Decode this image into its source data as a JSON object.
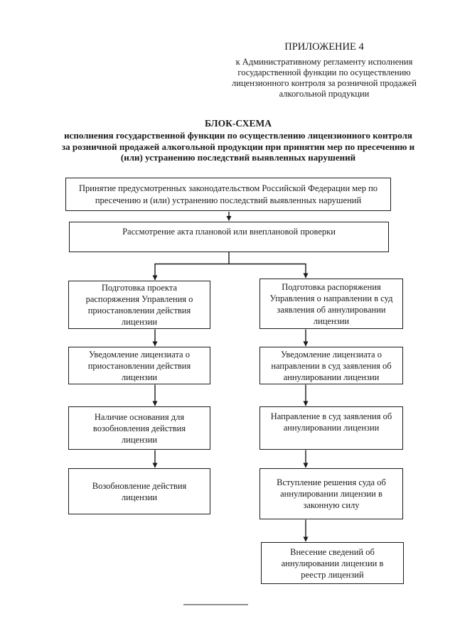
{
  "header": {
    "appendix": "ПРИЛОЖЕНИЕ 4",
    "regulation": "к Административному регламенту исполнения\nгосударственной функции по осуществлению\nлицензионного контроля за розничной продажей\nалкогольной продукции"
  },
  "title": {
    "heading": "БЛОК-СХЕМА",
    "subheading": "исполнения государственной функции по осуществлению лицензионного контроля\nза розничной продажей алкогольной продукции при принятии мер по пресечению и\n(или) устранению последствий выявленных нарушений"
  },
  "flowchart": {
    "root": "Принятие предусмотренных законодательством Российской Федерации мер по\nпресечению и (или) устранению последствий выявленных нарушений",
    "review": "Рассмотрение акта плановой или внеплановой проверки",
    "left_branch": [
      "Подготовка проекта\nраспоряжения Управления о\nприостановлении действия\nлицензии",
      "Уведомление лицензиата о\nприостановлении действия\nлицензии",
      "Наличие основания для\nвозобновления действия\nлицензии",
      "Возобновление действия\nлицензии"
    ],
    "right_branch": [
      "Подготовка распоряжения\nУправления о направлении в суд\nзаявления об аннулировании\nлицензии",
      "Уведомление лицензиата о\nнаправлении в суд заявления об\nаннулировании лицензии",
      "Направление в суд заявления об\nаннулировании лицензии",
      "Вступление решения суда об\nаннулировании лицензии в\nзаконную силу",
      "Внесение сведений об\nаннулировании лицензии в\nреестр лицензий"
    ]
  },
  "colors": {
    "ink": "#1a1a1a",
    "background": "#ffffff",
    "footnote_rule": "#8f8f8f"
  }
}
